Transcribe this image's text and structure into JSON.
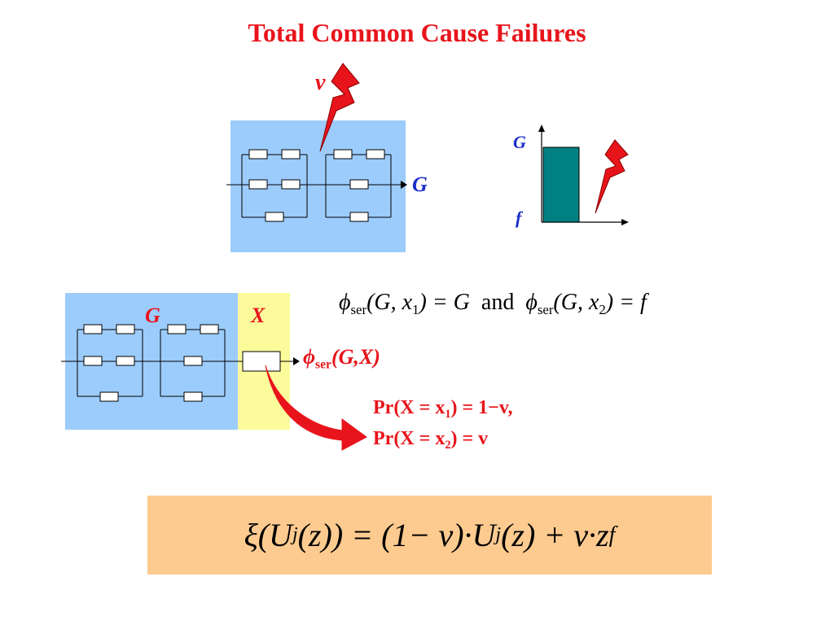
{
  "title": "Total Common Cause Failures",
  "top_diagram": {
    "shock_label": "v",
    "output_label": "G",
    "box_color": "#9cccfc"
  },
  "bar_chart": {
    "y_top_label": "G",
    "y_bottom_label": "f",
    "bar_color": "#008080"
  },
  "series_equation": {
    "phi": "ϕ",
    "ser": "ser",
    "part1_args": "(G, x",
    "part1_sub": "1",
    "part1_close": ") = G",
    "and": "and",
    "part2_args": "(G, x",
    "part2_sub": "2",
    "part2_close": ") = f"
  },
  "bottom_diagram": {
    "G_label": "G",
    "X_label": "X",
    "output_phi": "ϕ",
    "output_sub": "ser",
    "output_args": "(G,X)",
    "left_box_color": "#9cccfc",
    "right_box_color": "#fbfb9c"
  },
  "probabilities": {
    "line1_prefix": "Pr(X = x",
    "line1_sub": "1",
    "line1_suffix": ") = 1−v,",
    "line2_prefix": "Pr(X = x",
    "line2_sub": "2",
    "line2_suffix": ") = v"
  },
  "formula": {
    "lhs_prefix": "ξ(U",
    "sub_j1": "j",
    "lhs_suffix": "(z)) = (1− v)·U",
    "sub_j2": "j",
    "rhs_mid": "(z) + v·z",
    "sup_f": "f"
  },
  "colors": {
    "accent_red": "#e8141b",
    "label_blue": "#1b2fc8",
    "formula_bg": "#fdcb90"
  }
}
